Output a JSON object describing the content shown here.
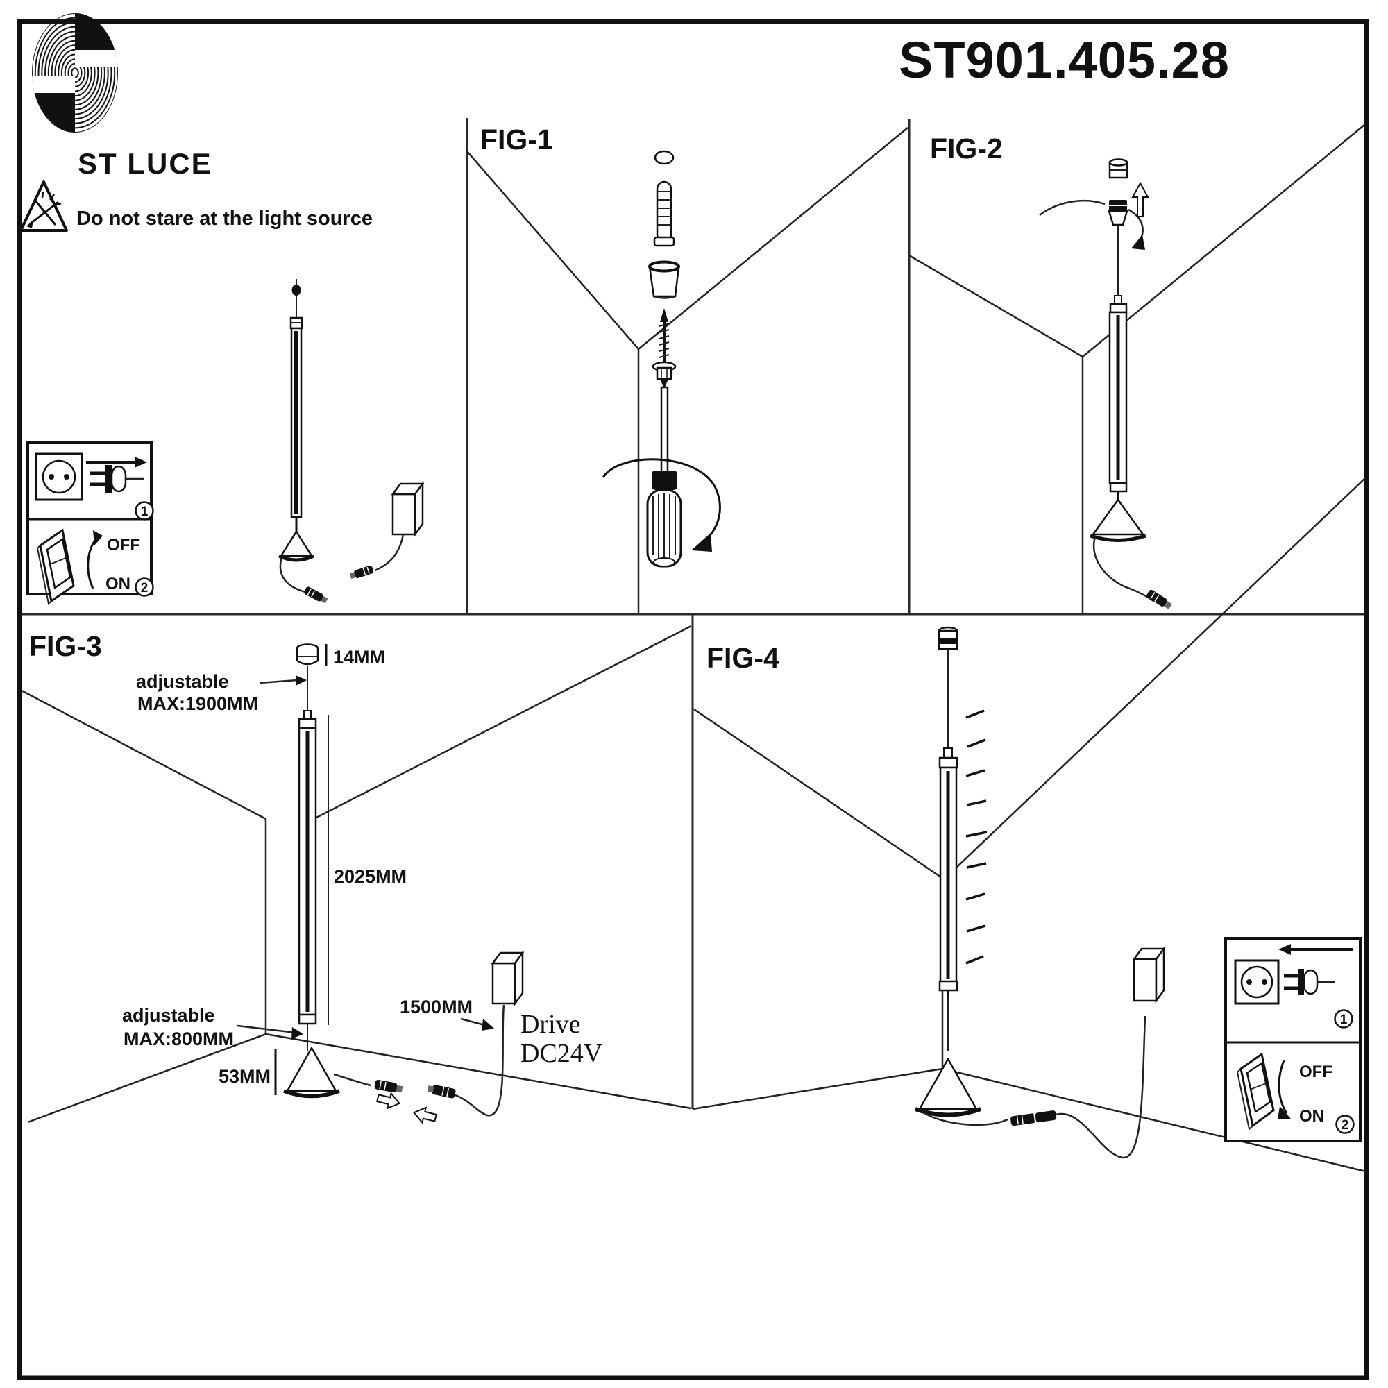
{
  "header": {
    "model": "ST901.405.28",
    "brand": "ST LUCE",
    "warning": "Do not stare at the light source"
  },
  "figures": {
    "fig1": "FIG-1",
    "fig2": "FIG-2",
    "fig3": "FIG-3",
    "fig4": "FIG-4"
  },
  "fig3_labels": {
    "suspension_adjustable": "adjustable",
    "suspension_max": "MAX:1900MM",
    "canopy_size": "14MM",
    "tube_length": "2025MM",
    "base_adjustable": "adjustable",
    "base_max": "MAX:800MM",
    "cone_height": "53MM",
    "cable_length": "1500MM",
    "driver_name": "Drive",
    "driver_voltage": "DC24V"
  },
  "legend": {
    "step1": "1",
    "step2": "2",
    "off": "OFF",
    "on": "ON"
  },
  "colors": {
    "ink": "#111111",
    "background": "#ffffff"
  }
}
